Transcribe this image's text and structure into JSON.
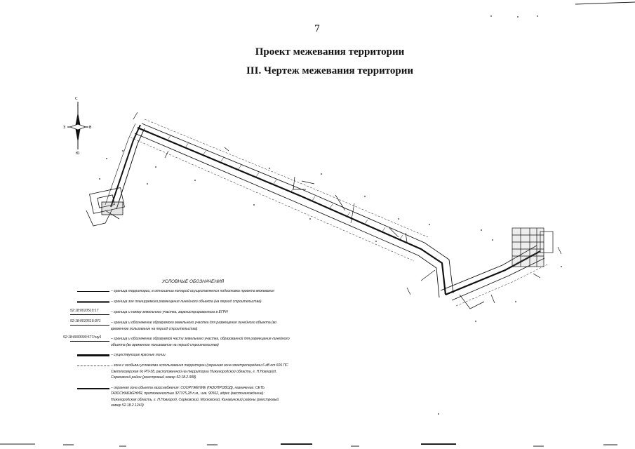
{
  "page": {
    "number": "7"
  },
  "titles": {
    "main": "Проект межевания территории",
    "section": "III. Чертеж межевания территории"
  },
  "compass": {
    "north": "С",
    "south": "Ю",
    "west": "З",
    "east": "В"
  },
  "legend": {
    "title": "УСЛОВНЫЕ ОБОЗНАЧЕНИЯ",
    "items": [
      {
        "symbol": "line-solid",
        "code": "",
        "text": "– граница территории, в отношении которой осуществляется подготовка проекта межевания"
      },
      {
        "symbol": "line-solid2",
        "code": "",
        "text": "– граница зон планируемого размещения линейного объекта (на период строительства)"
      },
      {
        "symbol": "code",
        "code": "52:18:0010519:17",
        "text": "– граница и номер земельного участка, зарегистрированного в ЕГРН"
      },
      {
        "symbol": "code",
        "code": "52:18:0010519:ЗУ1",
        "text": "– граница и обозначение образуемого земельного участка для размещения линейного объекта (во временное пользование на период строительства)"
      },
      {
        "symbol": "code",
        "code": "52:18:0000000:577/чзу1",
        "text": "– граница и обозначение образуемой части земельного участка, образованной для размещения линейного объекта (во временное пользование на период строительства)"
      },
      {
        "symbol": "line-thick",
        "code": "",
        "text": "– существующие красные линии"
      },
      {
        "symbol": "line-dashed",
        "code": "",
        "text": "– зона с особыми условиями использования территории (охранная зона электропередачи 6 кВ от 606 ПС Светлоозерская до РП-38, расположенной на территории Нижегородской области, г. Н.Новгород, Сормовский район (реестровый номер 52:18.2.908)"
      },
      {
        "symbol": "line-med",
        "code": "",
        "text": "– охранная зона объекта газоснабжения: СООРУЖЕНИЕ (ГАЗОПРОВОД), назначение: СЕТЬ ГАЗОСНАБЖЕНИЯ, протяженностью 327375,28 п.м., инв. 90562, адрес (местонахождение): Нижегородская область, г. Н.Новгород, Сормовский, Московский, Канавинский районы (реестровый номер 52.18.2.1243)"
      }
    ]
  }
}
